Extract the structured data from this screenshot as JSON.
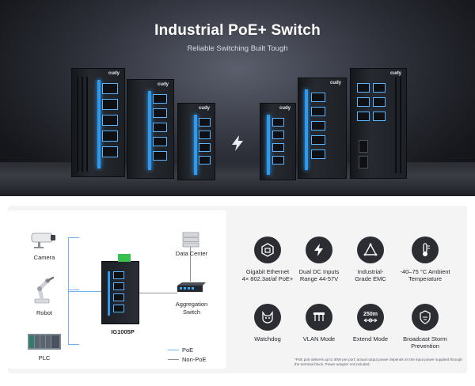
{
  "hero": {
    "title": "Industrial PoE+ Switch",
    "subtitle": "Reliable Switching Built Tough",
    "brand": "cudy"
  },
  "diagram": {
    "camera": "Camera",
    "robot": "Robot",
    "plc": "PLC",
    "switch_model": "IG1005P",
    "data_center": "Data Center",
    "aggregation_line1": "Aggregation",
    "aggregation_line2": "Switch",
    "legend_poe": "PoE",
    "legend_nonpoe": "Non-PoE",
    "poe_color": "#6fb4f0",
    "nonpoe_color": "#8f949c"
  },
  "features": [
    {
      "icon": "ethernet-icon",
      "line1": "Gigabit Ethernet",
      "line2": "4× 802.3at/af PoE+"
    },
    {
      "icon": "lightning-icon",
      "line1": "Dual DC Inputs",
      "line2": "Range 44-57V"
    },
    {
      "icon": "triangle-icon",
      "line1": "Industrial-",
      "line2": "Grade EMC"
    },
    {
      "icon": "thermometer-icon",
      "line1": "-40–75 °C Ambient",
      "line2": "Temperature"
    },
    {
      "icon": "watchdog-icon",
      "line1": "Watchdog",
      "line2": ""
    },
    {
      "icon": "vlan-icon",
      "line1": "VLAN Mode",
      "line2": ""
    },
    {
      "icon": "extend-icon",
      "line1": "Extend Mode",
      "line2": "",
      "badge": "250m"
    },
    {
      "icon": "shield-icon",
      "line1": "Broadcast Storm",
      "line2": "Prevention"
    }
  ],
  "footnote": "*PoE port delivers up to 30W per port; actual output power depends on the input power supplied through the terminal block. Power adapter not included.",
  "accent": "#2b9af0"
}
